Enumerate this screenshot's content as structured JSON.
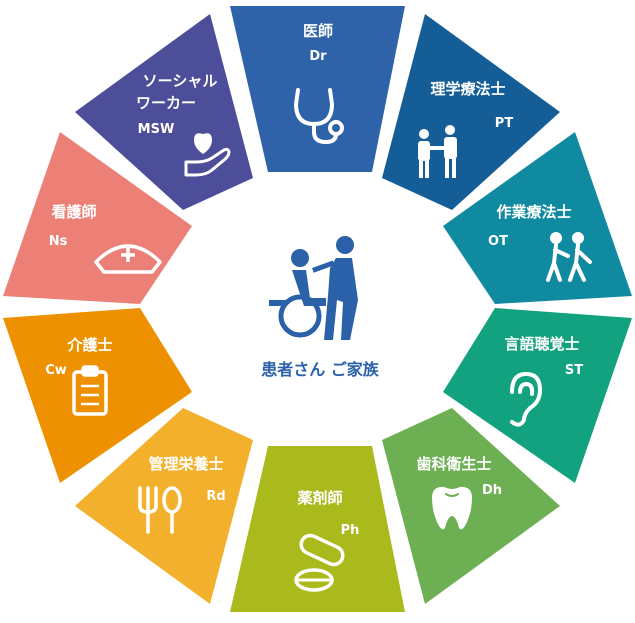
{
  "center": {
    "label": "患者さん ご家族",
    "icon": "wheelchair-caregiver-icon",
    "color": "#2a61a8"
  },
  "segments": [
    {
      "id": "dr",
      "name": "医師",
      "abbr": "Dr",
      "icon": "stethoscope-icon",
      "color": "#2e62a9"
    },
    {
      "id": "pt",
      "name": "理学療法士",
      "abbr": "PT",
      "icon": "people-support-icon",
      "color": "#145d96"
    },
    {
      "id": "ot",
      "name": "作業療法士",
      "abbr": "OT",
      "icon": "people-walking-icon",
      "color": "#0f8aa0"
    },
    {
      "id": "st",
      "name": "言語聴覚士",
      "abbr": "ST",
      "icon": "ear-icon",
      "color": "#13a27f"
    },
    {
      "id": "dh",
      "name": "歯科衛生士",
      "abbr": "Dh",
      "icon": "tooth-icon",
      "color": "#6db053"
    },
    {
      "id": "ph",
      "name": "薬剤師",
      "abbr": "Ph",
      "icon": "pill-icon",
      "color": "#aab91b"
    },
    {
      "id": "rd",
      "name": "管理栄養士",
      "abbr": "Rd",
      "icon": "fork-spoon-icon",
      "color": "#f2b02c"
    },
    {
      "id": "cw",
      "name": "介護士",
      "abbr": "Cw",
      "icon": "clipboard-icon",
      "color": "#ee9100"
    },
    {
      "id": "ns",
      "name": "看護師",
      "abbr": "Ns",
      "icon": "nurse-cap-icon",
      "color": "#ec8077"
    },
    {
      "id": "msw",
      "name": "ソーシャル\nワーカー",
      "name_line1": "ソーシャル",
      "name_line2": "ワーカー",
      "abbr": "MSW",
      "icon": "heart-hand-icon",
      "color": "#4d4e9a"
    }
  ]
}
